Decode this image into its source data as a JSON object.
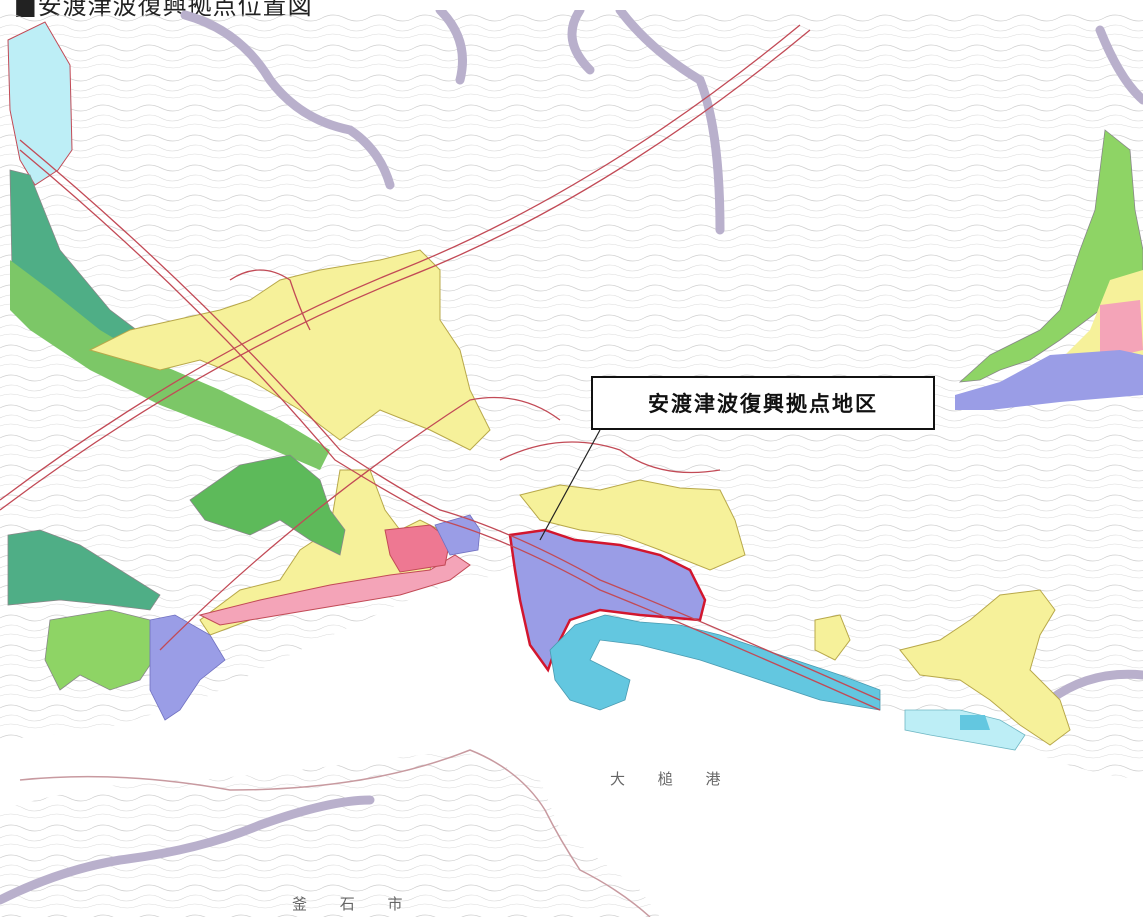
{
  "header": {
    "title": "■安渡津波復興拠点位置図"
  },
  "callout": {
    "label": "安渡津波復興拠点地区"
  },
  "place_labels": {
    "bay": "大 槌 港",
    "city": "釜 石 市"
  },
  "colors": {
    "background": "#ffffff",
    "contour": "#c9c9c9",
    "river_lavender": "#b9b0cc",
    "zone_yellow": "#f6f19a",
    "zone_pink": "#f4a4b8",
    "zone_hotpink": "#ee7892",
    "zone_blue_purple": "#9a9de6",
    "zone_green": "#5dba5a",
    "zone_teal": "#4fae86",
    "zone_light_green": "#8ed465",
    "zone_cyan": "#63c7e0",
    "zone_light_cyan": "#bdeef6",
    "road_red": "#c24a56",
    "boundary_red": "#d2162e"
  }
}
